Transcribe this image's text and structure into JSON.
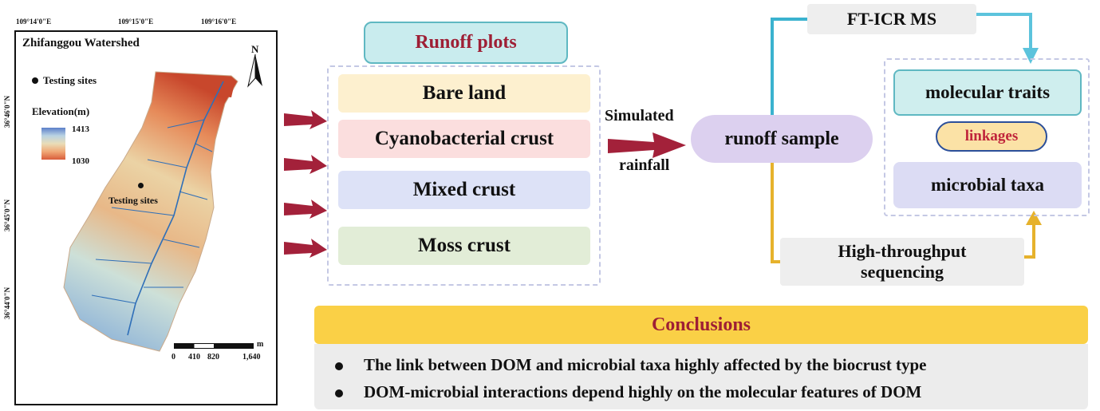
{
  "map": {
    "title": "Zhifanggou Watershed",
    "coords_top": [
      "109°14'0\"E",
      "109°15'0\"E",
      "109°16'0\"E"
    ],
    "coords_left": [
      "36°46'0\"N",
      "36°45'0\"N",
      "36°44'0\"N"
    ],
    "north_label": "N",
    "legend_sites": "Testing sites",
    "legend_elevation": "Elevation(m)",
    "elev_max": "1413",
    "elev_min": "1030",
    "site_label": "Testing sites",
    "scale_labels": [
      "0",
      "410",
      "820",
      "1,640"
    ],
    "scale_unit": "m"
  },
  "runoff": {
    "title": "Runoff plots",
    "plots": [
      {
        "label": "Bare land",
        "color": "#fdf0cf"
      },
      {
        "label": "Cyanobacterial crust",
        "color": "#fbdede"
      },
      {
        "label": "Mixed crust",
        "color": "#dde2f7"
      },
      {
        "label": "Moss crust",
        "color": "#e2edd7"
      }
    ]
  },
  "flow": {
    "simulated": "Simulated",
    "rainfall": "rainfall",
    "runoff_sample": "runoff sample",
    "ftms": "FT-ICR MS",
    "hts_line1": "High-throughput",
    "hts_line2": "sequencing",
    "molecular_traits": "molecular traits",
    "linkages": "linkages",
    "microbial_taxa": "microbial taxa"
  },
  "conclusions": {
    "title": "Conclusions",
    "items": [
      "The link between DOM and microbial taxa highly affected by the biocrust type",
      "DOM-microbial interactions depend highly on the molecular features of DOM"
    ]
  },
  "colors": {
    "arrow_red": "#a3213a",
    "line_blue": "#3ab2cf",
    "line_gold": "#e6b22c"
  }
}
